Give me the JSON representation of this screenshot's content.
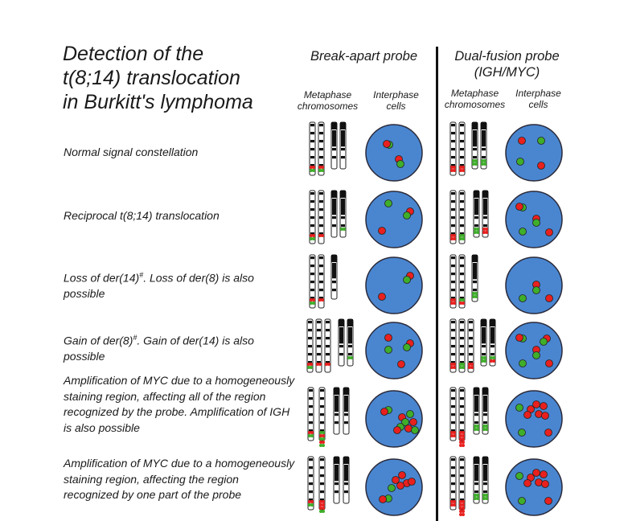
{
  "title": [
    "Detection of the",
    "t(8;14) translocation",
    "in Burkitt's lymphoma"
  ],
  "probes": [
    {
      "name": "Break-apart probe",
      "sub": "",
      "columns": [
        [
          "Metaphase",
          "chromosomes"
        ],
        [
          "Interphase",
          "cells"
        ]
      ]
    },
    {
      "name": "Dual-fusion probe",
      "sub": "(IGH/MYC)",
      "columns": [
        [
          "Metaphase",
          "chromosomes"
        ],
        [
          "Interphase",
          "cells"
        ]
      ]
    }
  ],
  "rows": [
    {
      "description": "Normal signal constellation"
    },
    {
      "description": "Reciprocal t(8;14) translocation"
    },
    {
      "description_parts": [
        "Loss of der(14)",
        "#",
        ". Loss of der(8) is also possible"
      ]
    },
    {
      "description_parts": [
        "Gain of der(8)",
        "#",
        ". Gain of der(14) is also possible"
      ]
    },
    {
      "description_parts": [
        "Amplification of ",
        "MYC",
        " due to a homogeneously staining region, affecting all of the region recognized by the probe.  Amplification of ",
        "IGH",
        " is also possible"
      ]
    },
    {
      "description_parts": [
        "Amplification of ",
        "MYC",
        " due to a homogeneously staining region, affecting the region recognized by one part of the probe"
      ]
    }
  ],
  "colors": {
    "cell": "#4a86d0",
    "red_signal": "#e8201e",
    "green_signal": "#3fae2a",
    "divider": "#111111"
  },
  "cells": {
    "break_apart": [
      [
        "RG",
        "RG"
      ],
      [
        "G",
        "RG",
        "R"
      ],
      [
        "RG",
        "R"
      ],
      [
        "R",
        "G",
        "RG",
        "R"
      ],
      [
        "RG",
        "cluster-mixed"
      ],
      [
        "cluster-red",
        "RG"
      ]
    ],
    "dual_fusion": [
      [
        "R",
        "G",
        "G",
        "R"
      ],
      [
        "RG",
        "RG",
        "G",
        "R"
      ],
      [
        "RG",
        "G",
        "R"
      ],
      [
        "RG",
        "RG",
        "RG",
        "G",
        "R"
      ],
      [
        "G",
        "cluster-red",
        "G",
        "R"
      ],
      [
        "G",
        "cluster-red",
        "G",
        "R"
      ]
    ]
  }
}
